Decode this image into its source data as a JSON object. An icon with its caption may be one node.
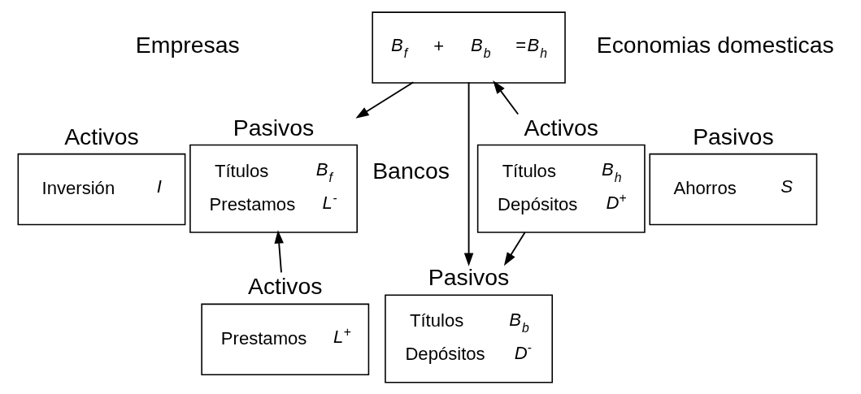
{
  "diagram": {
    "nodes": [
      {
        "text": [
          "*B*$_{f}$ + *B*$_{b}$ =*B*$_{h}$"
        ]
      },
      {
        "text": [
          "Inversión *I*"
        ],
        "beside": [
          "Activos"
        ]
      },
      {
        "text": [
          "Títulos *B*$_{f}$",
          "Prestamos *L*$^{-}$"
        ],
        "beside": [
          "Pasivos"
        ]
      },
      {
        "text": [
          "Títulos *B*$_{h}$",
          "Depósitos *D*$^{+}$"
        ],
        "beside": [
          "Activos"
        ]
      },
      {
        "text": [
          "Ahorros *S*"
        ],
        "beside": [
          "Pasivos"
        ]
      },
      {
        "text": [
          "Prestamos *L*$^{+}$"
        ],
        "beside": [
          "Activos"
        ]
      },
      {
        "text": [
          "Títulos *B*$_{b}$",
          "Depósitos *D*$^{-}$"
        ],
        "beside": [
          "Pasivos"
        ]
      }
    ],
    "edges": [
      {
        "from": 0,
        "to": 2,
        "arrow": "to"
      },
      {
        "from": 0,
        "to": 6,
        "arrow": "to"
      },
      {
        "from": 3,
        "to": 0,
        "arrow": "to"
      },
      {
        "from": 3,
        "to": 6,
        "arrow": "to"
      },
      {
        "from": 5,
        "to": 2,
        "arrow": "to"
      }
    ],
    "labels": [
      "Empresas",
      "Economias domesticas",
      "Bancos"
    ]
  }
}
